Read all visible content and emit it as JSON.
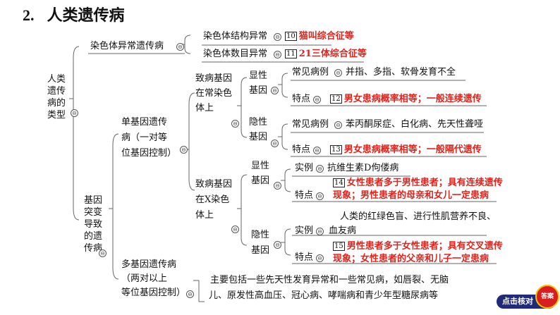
{
  "title": {
    "number": "2.",
    "text": "人类遗传病"
  },
  "root": {
    "label": "人类遗传病的类型"
  },
  "chromosomal": {
    "label": "染色体异常遗传病",
    "structural": {
      "label": "染色体结构异常",
      "num": "10",
      "example": "猫叫综合征等"
    },
    "number": {
      "label": "染色体数目异常",
      "num": "11",
      "example": "21三体综合征等"
    }
  },
  "gene": {
    "label": "基因突变导致的遗传病",
    "single": {
      "label_l1": "单基因遗传",
      "label_l2": "病（一对等",
      "label_l3": "位基因控制）"
    },
    "autosomal": {
      "label_l1": "致病基因",
      "label_l2": "在常染色",
      "label_l3": "体上",
      "dominant": {
        "label_l1": "显性",
        "label_l2": "基因",
        "common_label": "常见病例",
        "common_value": "并指、多指、软骨发育不全",
        "feature_label": "特点",
        "num": "12",
        "feature_value": "男女患病概率相等；一般连续遗传"
      },
      "recessive": {
        "label_l1": "隐性",
        "label_l2": "基因",
        "common_label": "常见病例",
        "common_value": "苯丙酮尿症、白化病、先天性聋哑",
        "feature_label": "特点",
        "num": "13",
        "feature_value": "男女患病概率相等；一般隔代遗传"
      }
    },
    "xlinked": {
      "label_l1": "致病基因",
      "label_l2": "在X染色",
      "label_l3": "体上",
      "dominant": {
        "label_l1": "显性",
        "label_l2": "基因",
        "example_label": "实例",
        "example_value": "抗维生素D佝偻病",
        "feature_label": "特点",
        "num": "14",
        "feature_l1": "女性患者多于男性患者；具有连续遗传",
        "feature_l2": "现象；男性患者的母亲和女儿一定患病"
      },
      "recessive": {
        "label_l1": "隐性",
        "label_l2": "基因",
        "example_label": "实例",
        "example_l1": "人类的红绿色盲、进行性肌营养不良、",
        "example_l2": "血友病",
        "feature_label": "特点",
        "num": "15",
        "feature_l1": "男性患者多于女性患者；具有交叉遗传",
        "feature_l2": "现象；女性患者的父亲和儿子一定患病"
      }
    },
    "multi": {
      "label_l1": "多基因遗传病",
      "label_l2": "（两对以上",
      "label_l3": "等位基因控制）",
      "desc_l1": "主要包括一些先天性发育异常和一些常见病，如唇裂、无脑",
      "desc_l2": "儿、原发性高血压、冠心病、哮喘病和青少年型糖尿病等"
    }
  },
  "collapse_symbol": "⊖",
  "button": {
    "label": "点击核对",
    "badge": "答案"
  }
}
